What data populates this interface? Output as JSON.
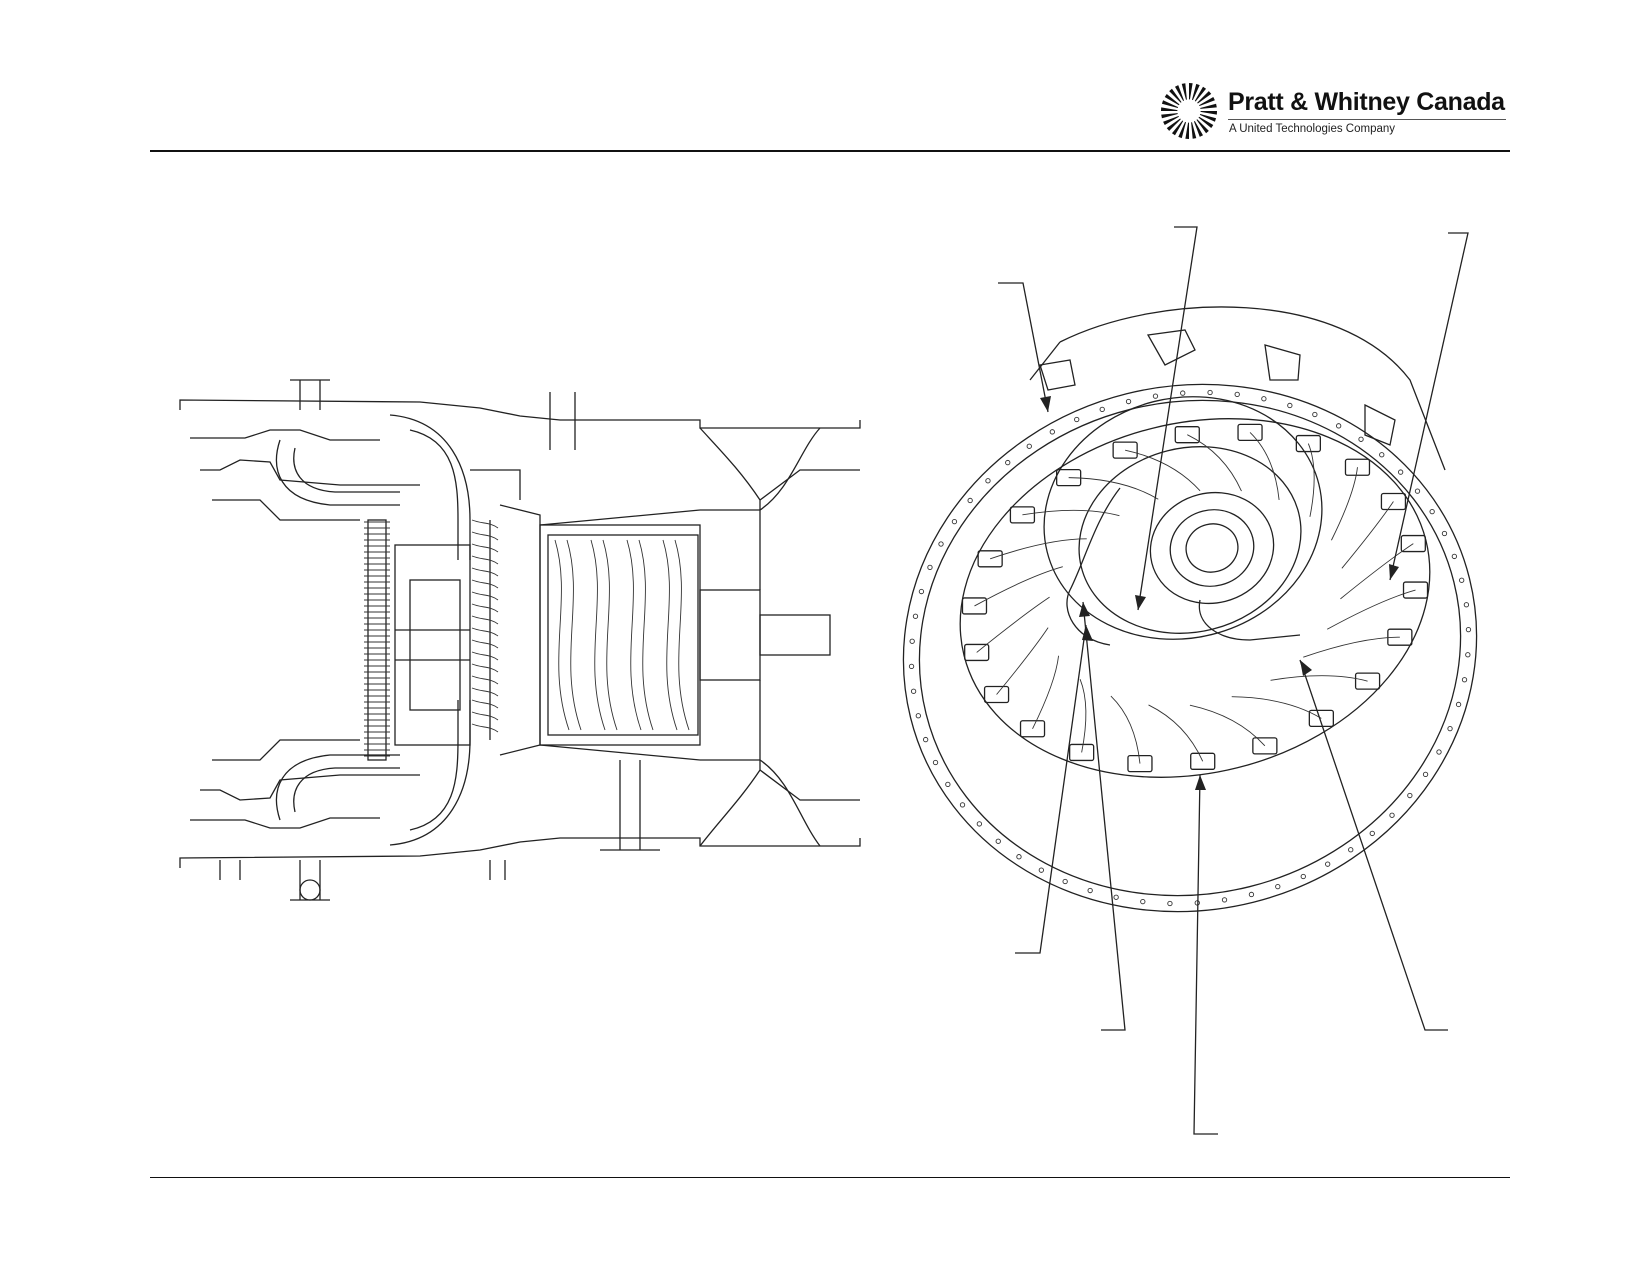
{
  "brand": {
    "name": "Pratt & Whitney Canada",
    "tagline": "A United Technologies Company",
    "logo_icon": "sunburst-logo-icon"
  },
  "figure": {
    "left_drawing": "engine-cross-section",
    "right_drawing": "combustor-perspective"
  }
}
